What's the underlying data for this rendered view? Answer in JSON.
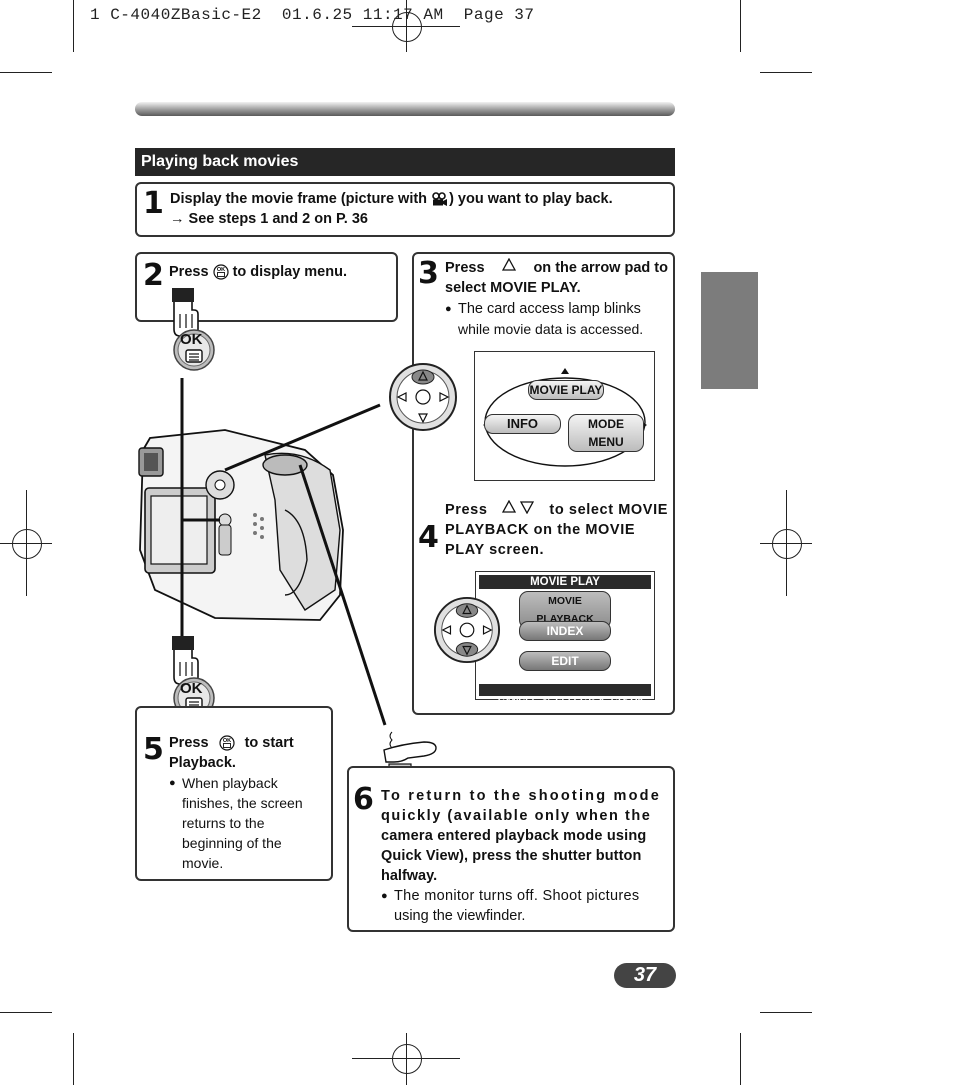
{
  "print_header": "1 C-4040ZBasic-E2  01.6.25 11:17 AM  Page 37",
  "section_title": "Playing back movies",
  "page_number": "37",
  "step1": {
    "number": "1",
    "text_before_icon": "Display the movie frame (picture with",
    "text_after_icon": ") you want to play back.",
    "ref_arrow": "→",
    "ref_text": "See steps 1 and 2 on P. 36",
    "icon": "movie-camera-icon"
  },
  "step2": {
    "number": "2",
    "text_press": "Press",
    "text_after": "to display menu.",
    "icon": "ok-menu-icon",
    "button_label": "OK"
  },
  "step3": {
    "number": "3",
    "text_press": "Press",
    "text_after": "on the arrow pad to",
    "text_line2": "select MOVIE PLAY.",
    "bullet_line1": "The card access lamp blinks",
    "bullet_line2": "while movie data is accessed.",
    "icon": "up-arrow-icon"
  },
  "menu_screen": {
    "top_item": "MOVIE PLAY",
    "left_item": "INFO",
    "right_item": "MODE MENU"
  },
  "step4": {
    "number": "4",
    "text_press": "Press",
    "text_after": "to select MOVIE",
    "text_line2": "PLAYBACK on the MOVIE",
    "text_line3": "PLAY screen."
  },
  "movie_play_screen": {
    "title": "MOVIE PLAY",
    "options": [
      "MOVIE PLAYBACK",
      "INDEX",
      "EDIT"
    ],
    "footer": "CANCEL",
    "footer_select": "SELECT",
    "footer_go": "GO"
  },
  "step5": {
    "number": "5",
    "text_press": "Press",
    "text_after": "to start",
    "text_line2": "Playback.",
    "bullet_lines": [
      "When playback",
      "finishes, the screen",
      "returns to the",
      "beginning of the",
      "movie."
    ],
    "button_label": "OK"
  },
  "step6": {
    "number": "6",
    "bold_lines": [
      "To return to the shooting mode",
      "quickly (available only when the",
      "camera entered playback mode using",
      "Quick View), press the shutter button",
      "halfway."
    ],
    "bullet_line1": "The monitor turns off. Shoot pictures",
    "bullet_line2": "using the viewfinder."
  },
  "colors": {
    "section_bar": "#262626",
    "side_tab": "#7c7c7c",
    "page_badge": "#444444"
  }
}
